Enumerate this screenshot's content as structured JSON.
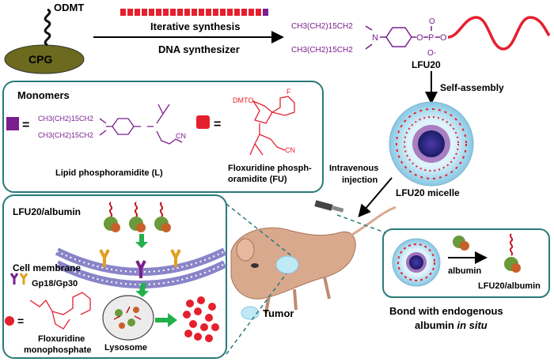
{
  "cpg": {
    "odmt": "ODMT",
    "label": "CPG"
  },
  "synthesis": {
    "top_label": "Iterative synthesis",
    "bottom_label": "DNA synthesizer"
  },
  "lfu20_structure": {
    "chain_top": "CH3(CH2)15CH2",
    "chain_bottom": "CH3(CH2)15CH2",
    "n": "N",
    "o": "O",
    "p": "P",
    "o_minus": "O-",
    "name": "LFU20"
  },
  "self_assembly": "Self-assembly",
  "monomers": {
    "title": "Monomers",
    "lipid_chain_top": "CH3(CH2)15CH2",
    "lipid_chain_bottom": "CH3(CH2)15CH2",
    "lipid_cn": "CN",
    "lipid_label": "Lipid phosphoramidite (L)",
    "fu_dmto": "DMTO",
    "fu_f": "F",
    "fu_cn": "CN",
    "fu_label_1": "Floxuridine phosph-",
    "fu_label_2": "oramidite (FU)",
    "equals": "="
  },
  "micelle": {
    "injection_1": "Intravenous",
    "injection_2": "injection",
    "label": "LFU20 micelle"
  },
  "cell": {
    "title": "LFU20/albumin",
    "membrane": "Cell membrane",
    "receptors": "Gp18/Gp30",
    "flox_1": "Floxuridine",
    "flox_2": "monophosphate",
    "lysosome": "Lysosome",
    "equals": "="
  },
  "tumor": "Tumor",
  "albumin_box": {
    "arrow_label": "albumin",
    "complex_label": "LFU20/albumin"
  },
  "bond_caption_1": "Bond with endogenous",
  "bond_caption_2a": "albumin ",
  "bond_caption_2b": "in situ",
  "colors": {
    "lipid": "#7a1f8f",
    "floxuridine": "#e5202e",
    "box_border": "#2a7a7a",
    "arrow_green": "#22b04b",
    "micelle_core": "#2a2a8a",
    "micelle_shell": "#9fd6ea",
    "tumor": "#bfeaf5"
  }
}
